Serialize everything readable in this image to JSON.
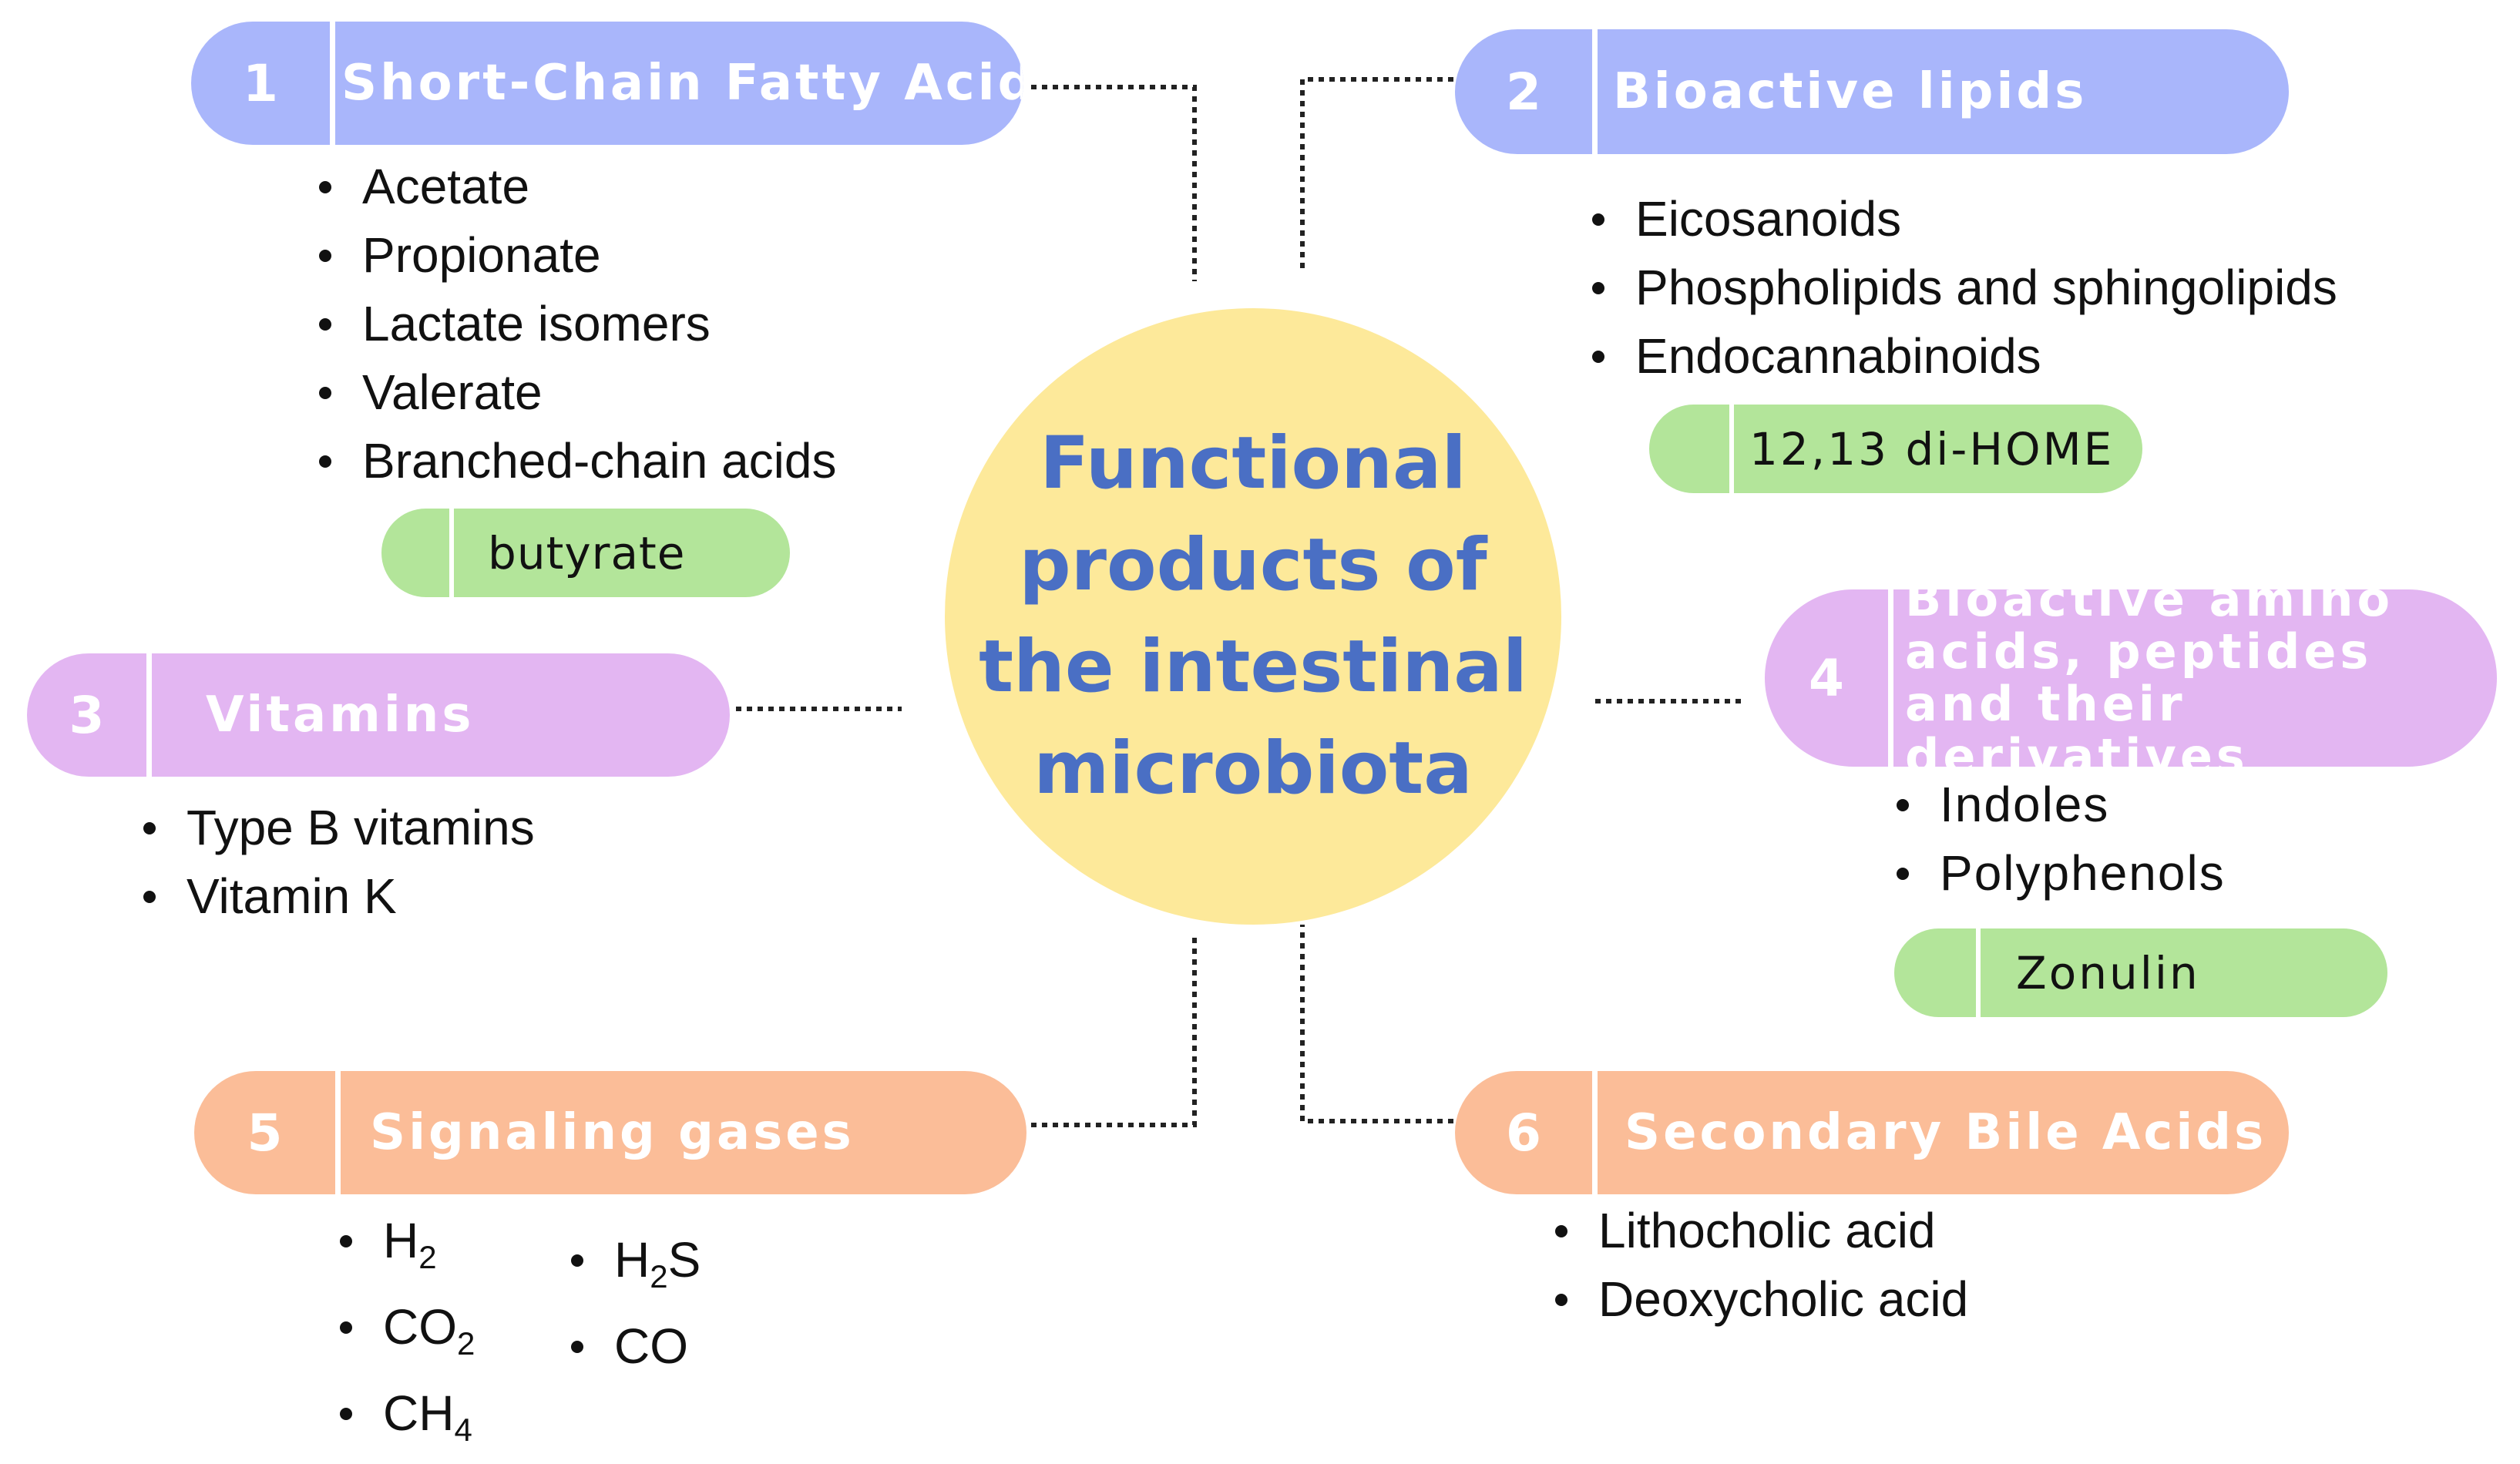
{
  "center": {
    "title": "Functional products of the intestinal microbiota"
  },
  "groups": [
    {
      "number": "1",
      "title": "Short-Chain Fatty Acids",
      "items": [
        "Acetate",
        "Propionate",
        "Lactate isomers",
        "Valerate",
        "Branched-chain acids"
      ],
      "highlight": "butyrate"
    },
    {
      "number": "2",
      "title": "Bioactive lipids",
      "items": [
        "Eicosanoids",
        "Phospholipids and sphingolipids",
        "Endocannabinoids"
      ],
      "highlight": "12,13 di-HOME"
    },
    {
      "number": "3",
      "title": "Vitamins",
      "items": [
        "Type B vitamins",
        "Vitamin K"
      ]
    },
    {
      "number": "4",
      "title": "Bioactive amino acids, peptides and their derivatives",
      "items": [
        "Indoles",
        "Polyphenols"
      ],
      "highlight": "Zonulin"
    },
    {
      "number": "5",
      "title": "Signaling gases",
      "items": [
        {
          "base": "H",
          "sub": "2",
          "tail": ""
        },
        {
          "base": "CO",
          "sub": "2",
          "tail": ""
        },
        {
          "base": "CH",
          "sub": "4",
          "tail": ""
        },
        {
          "base": "H",
          "sub": "2",
          "tail": "S"
        },
        {
          "base": "CO",
          "sub": "",
          "tail": ""
        }
      ]
    },
    {
      "number": "6",
      "title": "Secondary Bile Acids",
      "items": [
        "Lithocholic acid",
        "Deoxycholic acid"
      ]
    }
  ],
  "colors": {
    "group1_2": "#a9b6fb",
    "group3_4": "#e3b6f2",
    "group5_6": "#fbbd98",
    "highlight": "#b3e59a",
    "center_fill": "#fde99a",
    "center_text": "#4a6fc4"
  }
}
